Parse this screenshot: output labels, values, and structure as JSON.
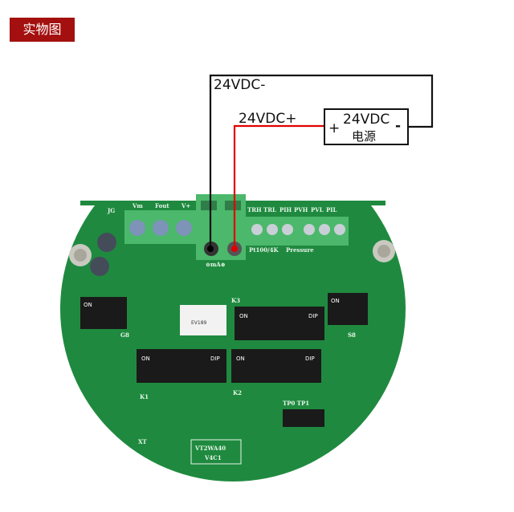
{
  "title": "实物图",
  "wiring": {
    "negative_label": "24VDC-",
    "positive_label": "24VDC+",
    "power_supply": {
      "voltage": "24VDC",
      "name": "电源",
      "plus": "+",
      "minus": "-"
    },
    "colors": {
      "negative_wire": "#111111",
      "positive_wire": "#e00000"
    }
  },
  "board": {
    "terminal_labels_left": [
      "Vm",
      "Fout",
      "V+"
    ],
    "terminal_labels_right": [
      "TRH",
      "TRL",
      "PIH",
      "PVH",
      "PVL",
      "PIL"
    ],
    "jumper_label": "JG",
    "ma_label": "⊖mA⊕",
    "pt100_label": "Pt100/4K",
    "pressure_label": "Pressure",
    "switch_labels": {
      "k1": "K1",
      "k2": "K2",
      "k3": "K3",
      "s8": "S8",
      "g8": "G8"
    },
    "dip_text": {
      "on": "ON",
      "dip": "DIP"
    },
    "chip_label": "EV189",
    "header_label": "TP0 TP1",
    "xt_label": "XT",
    "model_line1": "VT2WA40",
    "model_line2": "V4C1",
    "pcb_color": "#1f8a3f"
  }
}
